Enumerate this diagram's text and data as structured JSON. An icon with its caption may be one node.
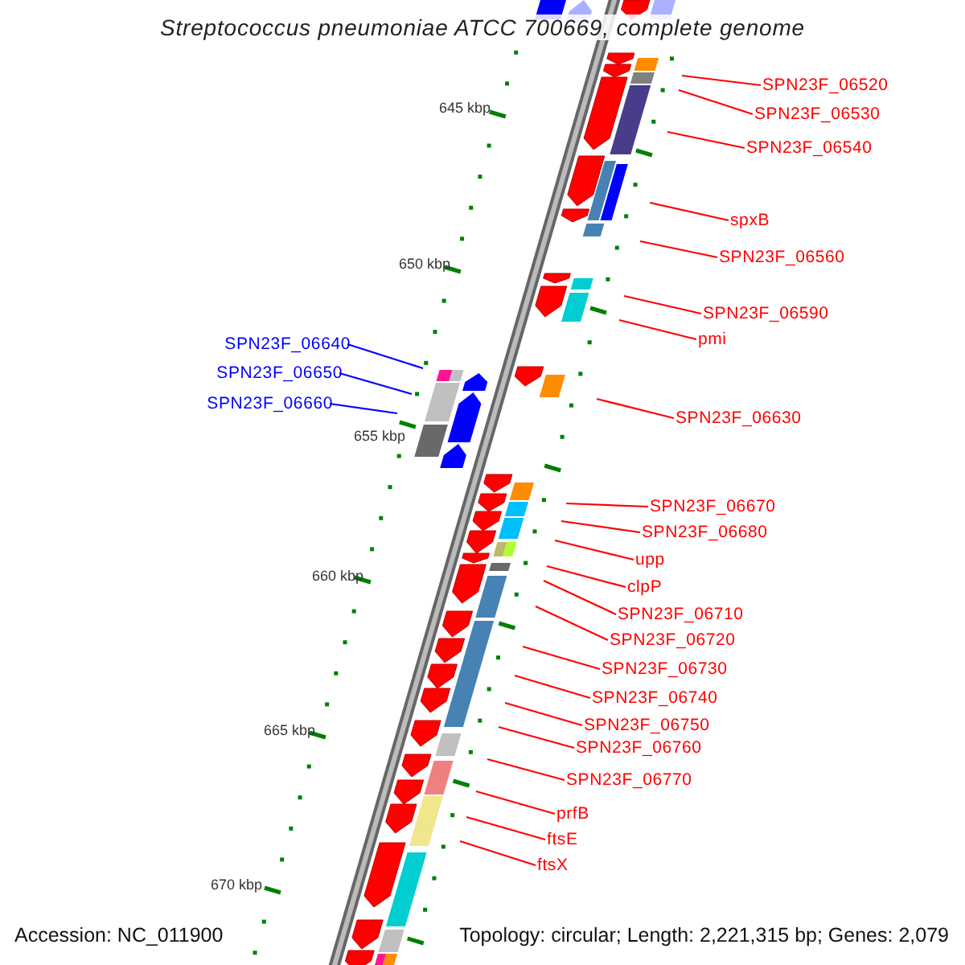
{
  "diagram": {
    "title": "Streptococcus pneumoniae ATCC 700669, complete genome",
    "nodes": [
      {
        "text": [
          "SPN23F_06520"
        ]
      },
      {
        "text": [
          "SPN23F_06530"
        ]
      },
      {
        "text": [
          "SPN23F_06540"
        ]
      },
      {
        "text": [
          "spxB"
        ]
      },
      {
        "text": [
          "SPN23F_06560"
        ]
      },
      {
        "text": [
          "SPN23F_06590"
        ]
      },
      {
        "text": [
          "pmi"
        ]
      },
      {
        "text": [
          "SPN23F_06640"
        ]
      },
      {
        "text": [
          "SPN23F_06650"
        ]
      },
      {
        "text": [
          "SPN23F_06660"
        ]
      },
      {
        "text": [
          "SPN23F_06630"
        ]
      },
      {
        "text": [
          "SPN23F_06670"
        ]
      },
      {
        "text": [
          "SPN23F_06680"
        ]
      },
      {
        "text": [
          "upp"
        ]
      },
      {
        "text": [
          "clpP"
        ]
      },
      {
        "text": [
          "SPN23F_06710"
        ]
      },
      {
        "text": [
          "SPN23F_06720"
        ]
      },
      {
        "text": [
          "SPN23F_06730"
        ]
      },
      {
        "text": [
          "SPN23F_06740"
        ]
      },
      {
        "text": [
          "SPN23F_06750"
        ]
      },
      {
        "text": [
          "SPN23F_06760"
        ]
      },
      {
        "text": [
          "SPN23F_06770"
        ]
      },
      {
        "text": [
          "prfB"
        ]
      },
      {
        "text": [
          "ftsE"
        ]
      },
      {
        "text": [
          "ftsX"
        ]
      }
    ],
    "edges": [
      {
        "from": 0,
        "to": null,
        "arrow": "none"
      },
      {
        "from": 1,
        "to": null,
        "arrow": "none"
      },
      {
        "from": 2,
        "to": null,
        "arrow": "none"
      },
      {
        "from": 3,
        "to": null,
        "arrow": "none"
      },
      {
        "from": 4,
        "to": null,
        "arrow": "none"
      },
      {
        "from": 5,
        "to": null,
        "arrow": "none"
      },
      {
        "from": 6,
        "to": null,
        "arrow": "none"
      },
      {
        "from": 7,
        "to": null,
        "arrow": "none",
        "color": "#0000ff"
      },
      {
        "from": 8,
        "to": null,
        "arrow": "none",
        "color": "#0000ff"
      },
      {
        "from": 9,
        "to": null,
        "arrow": "none",
        "color": "#0000ff"
      },
      {
        "from": 10,
        "to": null,
        "arrow": "none"
      },
      {
        "from": 11,
        "to": null,
        "arrow": "none"
      },
      {
        "from": 12,
        "to": null,
        "arrow": "none"
      },
      {
        "from": 13,
        "to": null,
        "arrow": "none"
      },
      {
        "from": 14,
        "to": null,
        "arrow": "none"
      },
      {
        "from": 15,
        "to": null,
        "arrow": "none"
      },
      {
        "from": 16,
        "to": null,
        "arrow": "none"
      },
      {
        "from": 17,
        "to": null,
        "arrow": "none"
      },
      {
        "from": 18,
        "to": null,
        "arrow": "none"
      },
      {
        "from": 19,
        "to": null,
        "arrow": "none"
      },
      {
        "from": 20,
        "to": null,
        "arrow": "none"
      },
      {
        "from": 21,
        "to": null,
        "arrow": "none"
      },
      {
        "from": 22,
        "to": null,
        "arrow": "none"
      },
      {
        "from": 23,
        "to": null,
        "arrow": "none"
      },
      {
        "from": 24,
        "to": null,
        "arrow": "none"
      }
    ],
    "labels": [
      "645 kbp",
      "650 kbp",
      "655 kbp",
      "660 kbp",
      "665 kbp",
      "670 kbp",
      "Accession: NC_011900",
      "Topology: circular; Length: 2,221,315 bp; Genes: 2,079"
    ]
  }
}
